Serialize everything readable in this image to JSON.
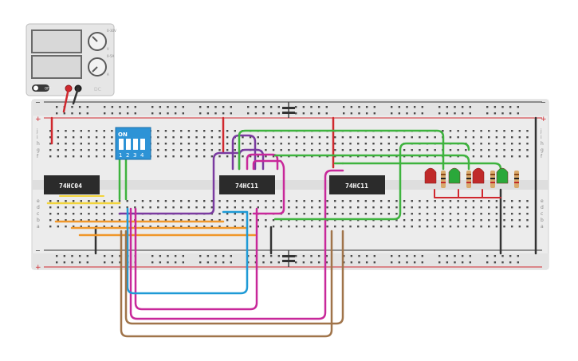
{
  "power_supply": {
    "knob1_label_top": "0-30V",
    "knob1_label_bottom": "V",
    "knob2_label_top": "0-5A",
    "knob2_label_bottom": "A",
    "switch_label": "OFF",
    "model_label": "DC"
  },
  "breadboard": {
    "rail_plus": "+",
    "rail_minus": "−",
    "row_letters_top": [
      "j",
      "i",
      "h",
      "g",
      "f"
    ],
    "row_letters_bottom": [
      "e",
      "d",
      "c",
      "b",
      "a"
    ]
  },
  "dip_switch": {
    "on_label": "ON",
    "numbers": [
      "1",
      "2",
      "3",
      "4"
    ]
  },
  "chips": {
    "chip1": "74HC04",
    "chip2": "74HC11",
    "chip3": "74HC11"
  },
  "colors": {
    "red_wire": "#d0282e",
    "black_wire": "#333333",
    "green_wire": "#3eb33e",
    "yellow_wire": "#f2d43a",
    "orange_wire": "#f0972a",
    "purple_wire": "#7a3aa0",
    "magenta_wire": "#c8289a",
    "blue_wire": "#1e9ad6",
    "brown_wire": "#a0744a",
    "dip_blue": "#2d93d6",
    "chip_body": "#2b2b2b"
  }
}
